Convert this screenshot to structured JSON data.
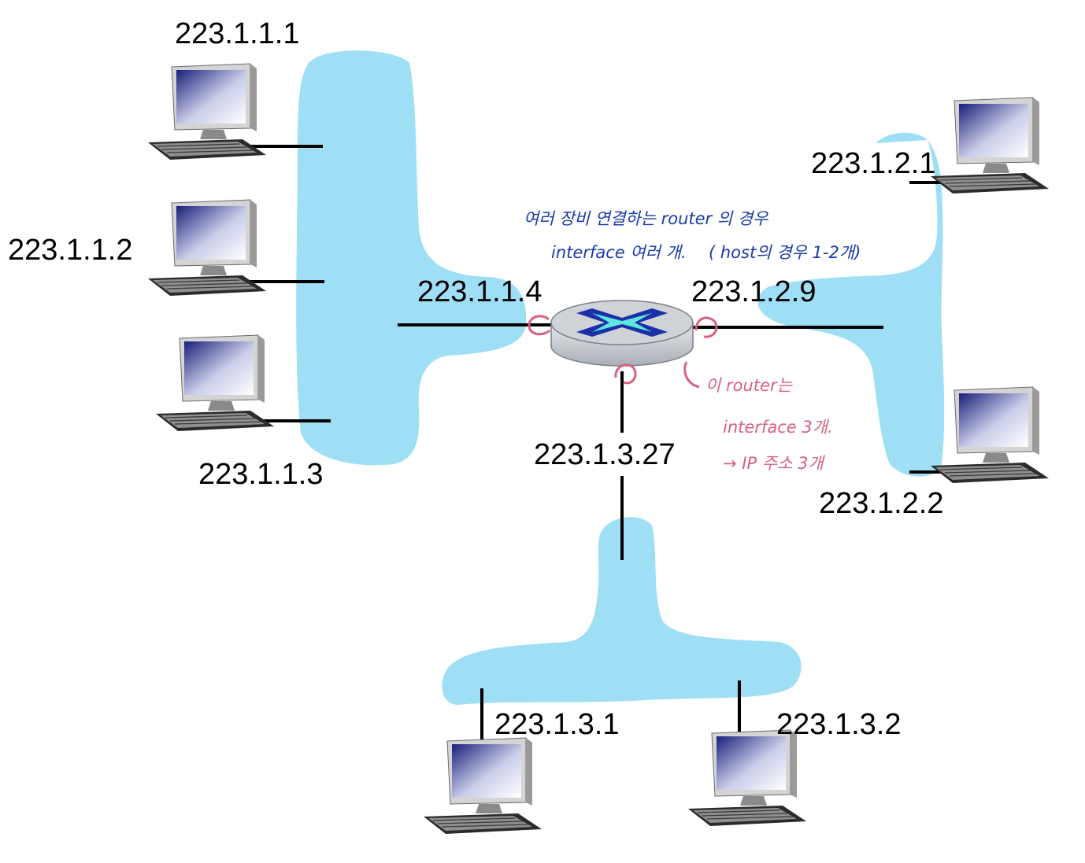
{
  "colors": {
    "subnet_fill": "#9fdff6",
    "wire": "#000000",
    "monitor_screen_dark": "#1b1f7a",
    "monitor_screen_light": "#ffffff",
    "router_body": "#d9dde2",
    "router_top": "#c8cdd3",
    "router_cross_outer": "#1b2fa6",
    "router_cross_inner": "#5fe6e0",
    "annotation_blue": "#1a3aa8",
    "annotation_red": "#d9607e"
  },
  "hosts": {
    "subnet1": [
      "223.1.1.1",
      "223.1.1.2",
      "223.1.1.3"
    ],
    "subnet2": [
      "223.1.2.1",
      "223.1.2.2"
    ],
    "subnet3": [
      "223.1.3.1",
      "223.1.3.2"
    ]
  },
  "router": {
    "interfaces": [
      "223.1.1.4",
      "223.1.2.9",
      "223.1.3.27"
    ]
  },
  "annotations": {
    "blue_line1": "여러 장비 연결하는 router 의 경우",
    "blue_line2": "interface 여러 개.",
    "blue_line3": "( host의 경우 1-2개)",
    "red_line1": "이 router는",
    "red_line2": "interface 3개.",
    "red_line3": "→ IP 주소 3개"
  }
}
